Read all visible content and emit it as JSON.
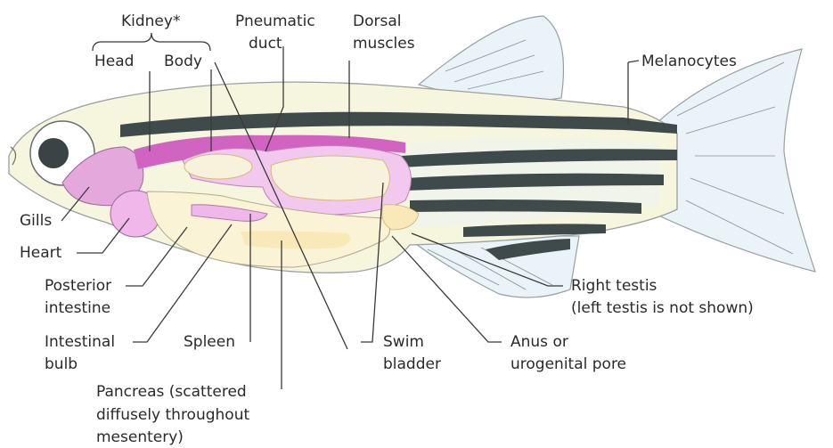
{
  "labels": {
    "kidney": "Kidney*",
    "head": "Head",
    "body": "Body",
    "pneumatic_duct": [
      "Pneumatic",
      "duct"
    ],
    "dorsal_muscles": [
      "Dorsal",
      "muscles"
    ],
    "melanocytes": "Melanocytes",
    "gills": "Gills",
    "heart": "Heart",
    "posterior_intestine": [
      "Posterior",
      "intestine"
    ],
    "intestinal_bulb": [
      "Intestinal",
      "bulb"
    ],
    "spleen": "Spleen",
    "swim_bladder": [
      "Swim",
      "bladder"
    ],
    "anus": [
      "Anus or",
      "urogenital pore"
    ],
    "right_testis": [
      "Right testis",
      "(left testis is not shown)"
    ],
    "pancreas": [
      "Pancreas (scattered",
      "diffusely throughout",
      "mesentery)"
    ]
  },
  "colors": {
    "body_fill": "#f6f5de",
    "fin_fill": "#e9f3f8",
    "stripe": "#3f4a4a",
    "kidney": "#d064c0",
    "gill": "#e5a8dc",
    "swim_bladder": "#f2c8ef",
    "organ_pale": "#f9e9b8",
    "outline": "#9aa0a0"
  }
}
